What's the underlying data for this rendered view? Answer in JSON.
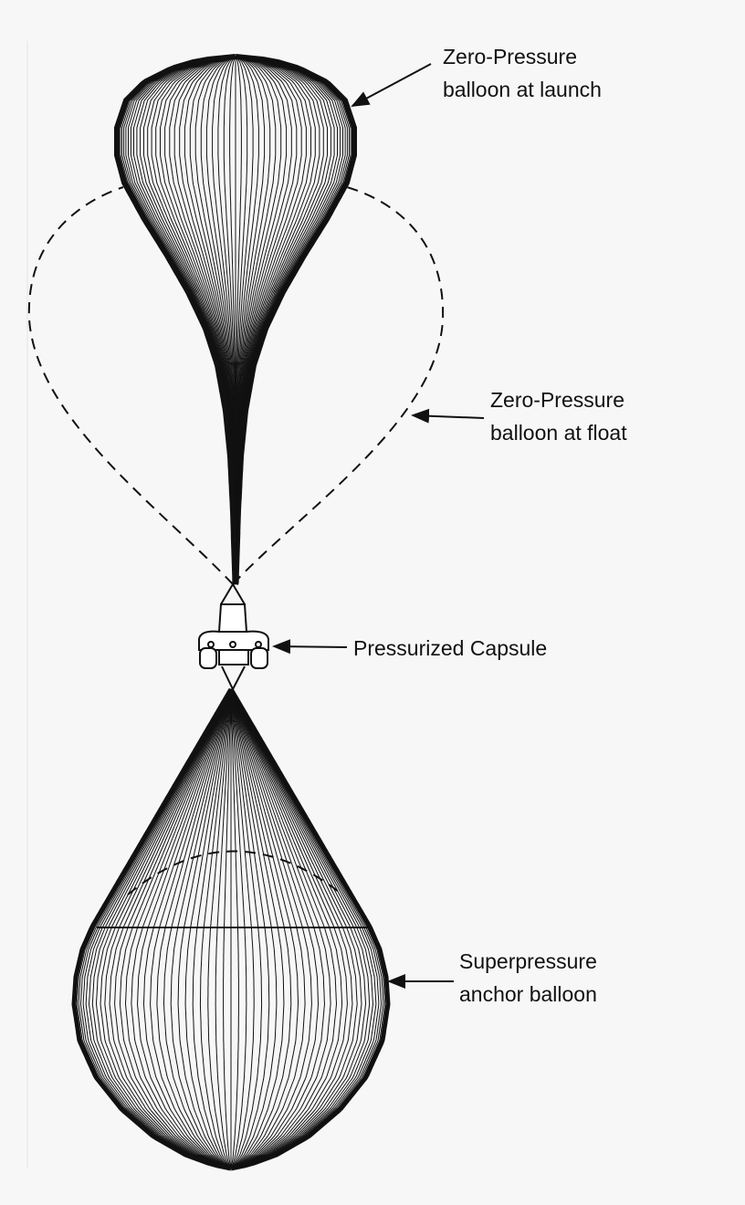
{
  "labels": {
    "launch": {
      "line1": "Zero-Pressure",
      "line2": "balloon at launch"
    },
    "float": {
      "line1": "Zero-Pressure",
      "line2": "balloon at float"
    },
    "capsule": {
      "line1": "Pressurized Capsule"
    },
    "anchor": {
      "line1": "Superpressure",
      "line2": "anchor balloon"
    }
  },
  "colors": {
    "ink": "#111111",
    "background": "#f7f7f7"
  }
}
